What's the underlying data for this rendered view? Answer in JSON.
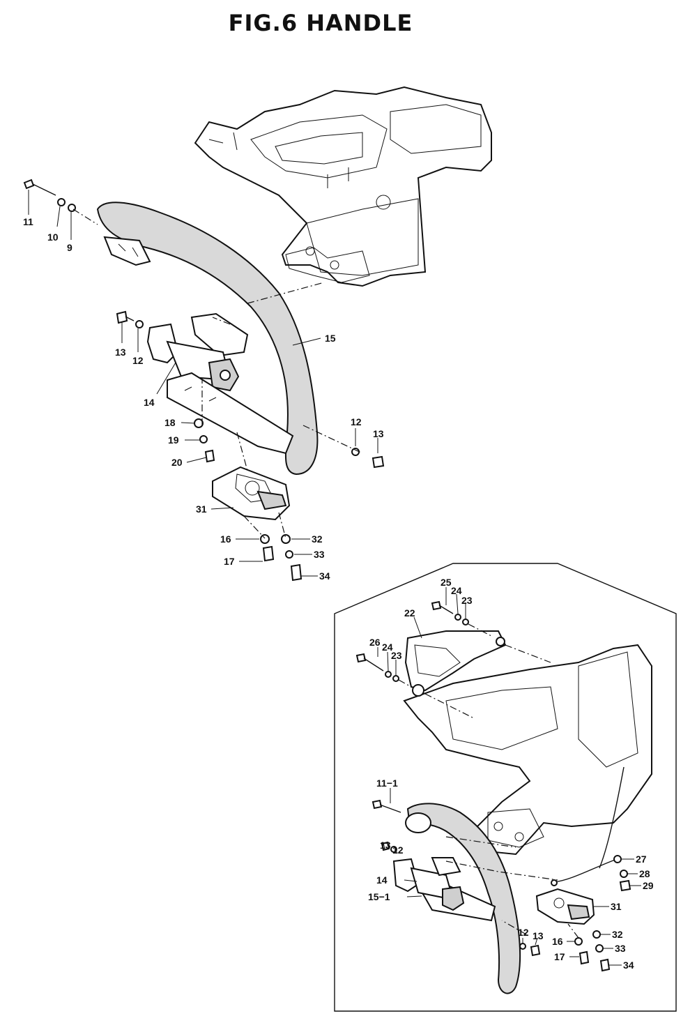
{
  "title": "FIG.6  HANDLE",
  "main_labels": {
    "l11": "11",
    "l10": "10",
    "l9": "9",
    "l13a": "13",
    "l12a": "12",
    "l14": "14",
    "l15": "15",
    "l18": "18",
    "l19": "19",
    "l20": "20",
    "l12b": "12",
    "l13b": "13",
    "l31": "31",
    "l16": "16",
    "l17": "17",
    "l32": "32",
    "l33": "33",
    "l34": "34"
  },
  "inset_labels": {
    "l25": "25",
    "l24a": "24",
    "l23a": "23",
    "l22": "22",
    "l26": "26",
    "l24b": "24",
    "l23b": "23",
    "l11_1": "11−1",
    "l13a": "13",
    "l12a": "12",
    "l14": "14",
    "l15_1": "15−1",
    "l27": "27",
    "l28": "28",
    "l29": "29",
    "l31": "31",
    "l12b": "12",
    "l13b": "13",
    "l16": "16",
    "l32": "32",
    "l33": "33",
    "l17": "17",
    "l34": "34"
  }
}
